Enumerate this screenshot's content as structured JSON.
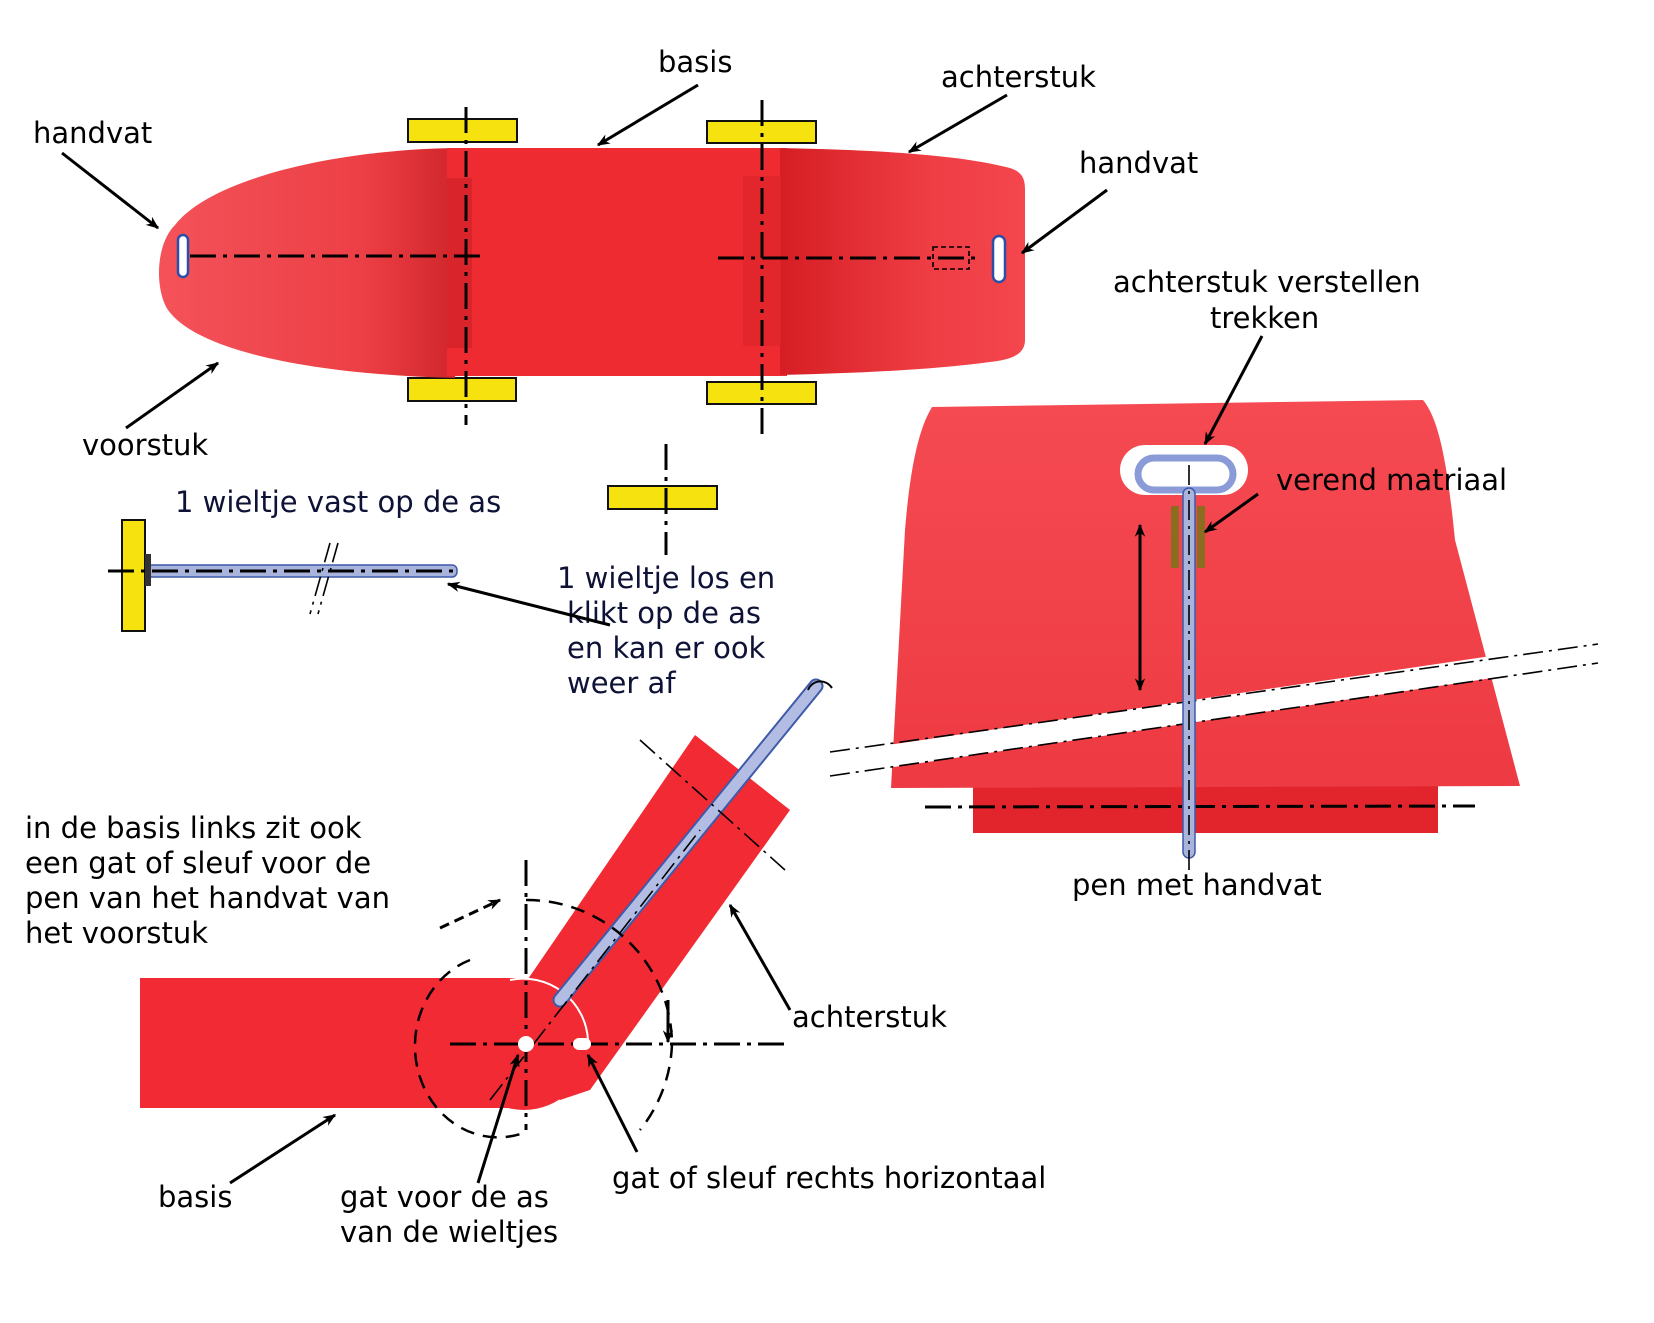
{
  "title": "Ontwerp trolley / kar met voorstuk, basis en achterstuk",
  "colors": {
    "body_red": "#ee2b31",
    "body_red_light": "#f54a52",
    "body_red_dark": "#c8161c",
    "wheel_yellow": "#f5e20e",
    "pin_blue": "#a9b4dc",
    "handle_outline_blue": "#2b4fa8",
    "spring_brown": "#8a6d1e"
  },
  "top_view": {
    "labels": {
      "handvat_left": "handvat",
      "basis": "basis",
      "achterstuk": "achterstuk",
      "handvat_right": "handvat",
      "voorstuk": "voorstuk"
    }
  },
  "axle_detail": {
    "fixed_wheel_label": "1 wieltje vast op de as",
    "loose_wheel_label_lines": [
      "1 wieltje los en",
      "klikt op de as",
      "en kan er ook",
      "weer af"
    ]
  },
  "rear_view": {
    "adjust_label_lines": [
      "achterstuk verstellen",
      "trekken"
    ],
    "spring_label": "verend matriaal",
    "pin_label": "pen met handvat"
  },
  "side_view": {
    "note_lines": [
      "in de basis links zit ook",
      "een gat of sleuf voor de",
      "pen van het handvat van",
      "het voorstuk"
    ],
    "achterstuk_label": "achterstuk",
    "basis_label": "basis",
    "axle_hole_label_lines": [
      "gat voor de as",
      "van de wieltjes"
    ],
    "slot_label": "gat of sleuf rechts horizontaal"
  }
}
